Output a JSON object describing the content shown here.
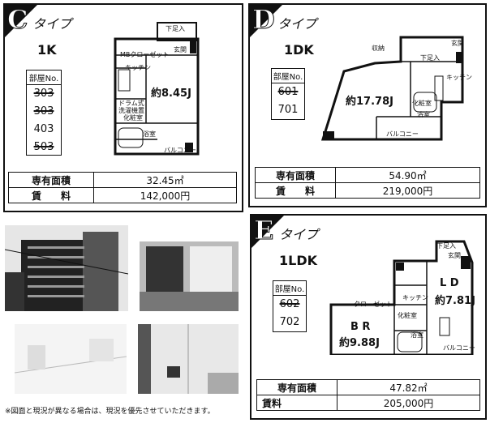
{
  "cards": {
    "c": {
      "letter": "C",
      "type_word": "タイプ",
      "layout": "1K",
      "rooms_title": "部屋No.",
      "rooms": [
        "303",
        "303",
        "403",
        "503"
      ],
      "area_label": "専有面積",
      "area_value": "32.45㎡",
      "rent_label": "賃　　料",
      "rent_value": "142,000円",
      "plan_labels": {
        "shoes": "下足入",
        "entry": "玄関",
        "mb_closet": "MBクローゼット",
        "kitchen": "キッチン",
        "main_room": "約8.45J",
        "drum": "ドラム式",
        "washer": "洗濯機置",
        "washroom": "化粧室",
        "bath": "浴室",
        "balcony": "バルコニー"
      }
    },
    "d": {
      "letter": "D",
      "type_word": "タイプ",
      "layout": "1DK",
      "rooms_title": "部屋No.",
      "rooms": [
        "601",
        "701"
      ],
      "area_label": "専有面積",
      "area_value": "54.90㎡",
      "rent_label": "賃　　料",
      "rent_value": "219,000円",
      "plan_labels": {
        "closet": "収納",
        "entry": "玄関",
        "shoes": "下足入",
        "main_room": "約17.78J",
        "washroom": "化粧室",
        "bath": "浴室",
        "kitchen": "キッチン",
        "balcony": "バルコニー"
      }
    },
    "e": {
      "letter": "E",
      "type_word": "タイプ",
      "layout": "1LDK",
      "rooms_title": "部屋No.",
      "rooms": [
        "602",
        "702"
      ],
      "area_label": "専有面積",
      "area_value": "47.82㎡",
      "rent_label": "賃料",
      "rent_value": "205,000円",
      "plan_labels": {
        "shoes": "下足入",
        "entry": "玄関",
        "kitchen": "キッチン",
        "closet": "クローゼット",
        "ld": "L D",
        "ld_size": "約7.81J",
        "br": "B R",
        "br_size": "約9.88J",
        "washroom": "化粧室",
        "bath": "浴室",
        "balcony": "バルコニー"
      }
    }
  },
  "note": "※図面と現況が異なる場合は、現況を優先させていただきます。"
}
